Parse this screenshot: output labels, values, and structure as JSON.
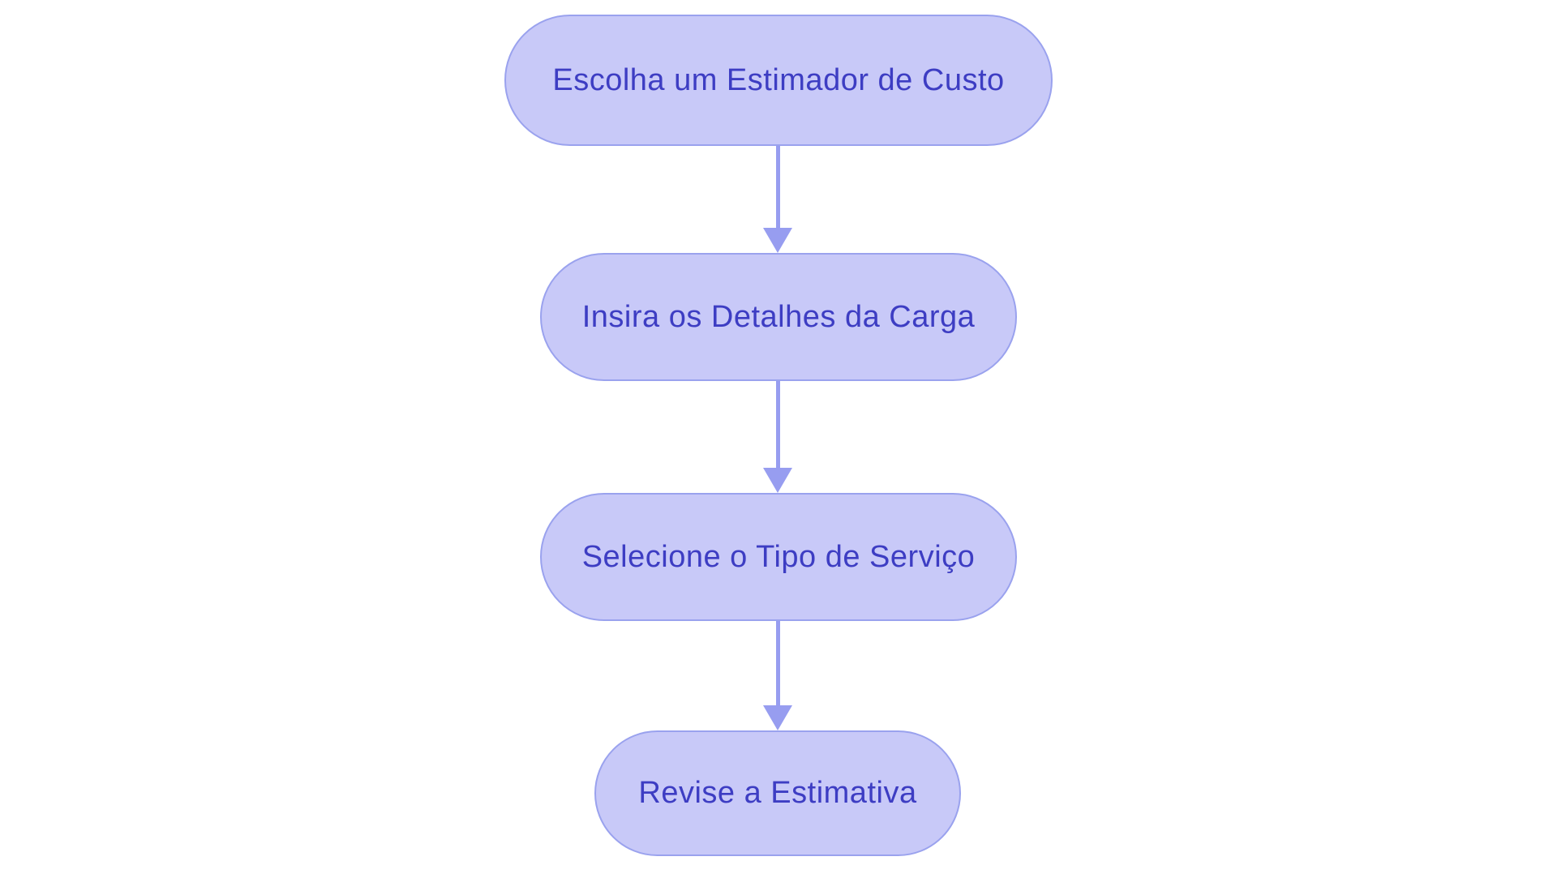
{
  "diagram": {
    "type": "flowchart",
    "direction": "top-down",
    "colors": {
      "background": "#ffffff",
      "node_fill": "#c8c9f8",
      "node_border": "#9aa2ee",
      "text": "#3d3dc3",
      "arrow": "#979df0"
    },
    "nodes": [
      {
        "id": "step-1",
        "label": "Escolha um Estimador de Custo"
      },
      {
        "id": "step-2",
        "label": "Insira os Detalhes da Carga"
      },
      {
        "id": "step-3",
        "label": "Selecione o Tipo de Serviço"
      },
      {
        "id": "step-4",
        "label": "Revise a Estimativa"
      }
    ],
    "edges": [
      {
        "from": "step-1",
        "to": "step-2"
      },
      {
        "from": "step-2",
        "to": "step-3"
      },
      {
        "from": "step-3",
        "to": "step-4"
      }
    ]
  }
}
